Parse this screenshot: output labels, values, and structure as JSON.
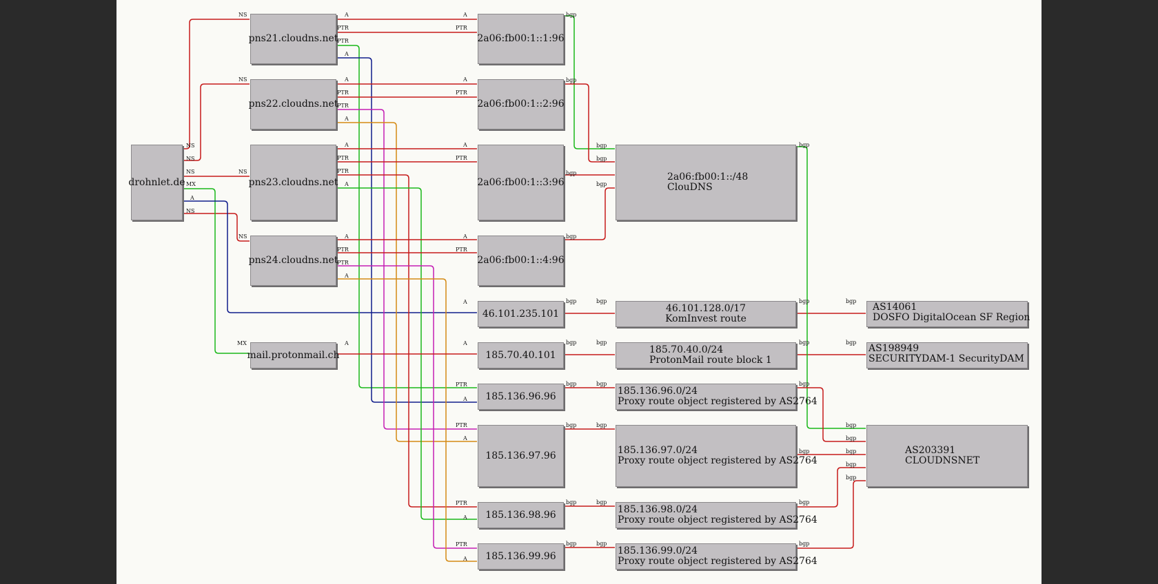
{
  "colors": {
    "red": "#c61a1a",
    "green": "#19b819",
    "blue": "#101c8c",
    "magenta": "#c41cb4",
    "orange": "#d48a14",
    "node_fill": "#c2bfc2",
    "background": "#fafaf6"
  },
  "nodes": {
    "drohnlet": "drohnlet.de",
    "pns21": "pns21.cloudns.net",
    "pns22": "pns22.cloudns.net",
    "pns23": "pns23.cloudns.net",
    "pns24": "pns24.cloudns.net",
    "mail": "mail.protonmail.ch",
    "ip6_1": "2a06:fb00:1::1:96",
    "ip6_2": "2a06:fb00:1::2:96",
    "ip6_3": "2a06:fb00:1::3:96",
    "ip6_4": "2a06:fb00:1::4:96",
    "ip_46": "46.101.235.101",
    "ip_185_70": "185.70.40.101",
    "ip_96": "185.136.96.96",
    "ip_97": "185.136.97.96",
    "ip_98": "185.136.98.96",
    "ip_99": "185.136.99.96",
    "net6": {
      "l1": "2a06:fb00:1::/48",
      "l2": "ClouDNS"
    },
    "net46": {
      "l1": "46.101.128.0/17",
      "l2": "KomInvest route"
    },
    "net185_70": {
      "l1": "185.70.40.0/24",
      "l2": "ProtonMail route block 1"
    },
    "net96": {
      "l1": "185.136.96.0/24",
      "l2": "Proxy route object registered by AS2764"
    },
    "net97": {
      "l1": "185.136.97.0/24",
      "l2": "Proxy route object registered by AS2764"
    },
    "net98": {
      "l1": "185.136.98.0/24",
      "l2": "Proxy route object registered by AS2764"
    },
    "net99": {
      "l1": "185.136.99.0/24",
      "l2": "Proxy route object registered by AS2764"
    },
    "as14061": {
      "l1": "AS14061",
      "l2": "DOSFO DigitalOcean SF Region"
    },
    "as198949": {
      "l1": "AS198949",
      "l2": "SECURITYDAM-1 SecurityDAM"
    },
    "as203391": {
      "l1": "AS203391",
      "l2": "CLOUDNSNET"
    }
  },
  "edge_labels": {
    "ns": "NS",
    "mx": "MX",
    "a": "A",
    "ptr": "PTR",
    "bgp": "bgp"
  }
}
